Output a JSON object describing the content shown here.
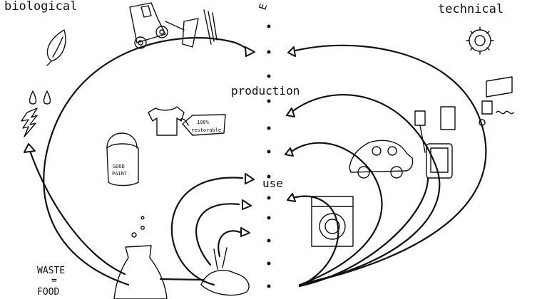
{
  "labels": {
    "biological": "biological",
    "technical": "technical",
    "production": "production",
    "use": "use",
    "top_partial": "E",
    "waste_line1": "WASTE",
    "waste_eq": "=",
    "waste_line2": "FOOD"
  },
  "tag": {
    "line1": "100%",
    "line2": "restorable"
  },
  "paint": {
    "line1": "GOOD",
    "line2": "PAINT"
  },
  "colors": {
    "ink": "#111111",
    "paper": "#ffffff"
  }
}
